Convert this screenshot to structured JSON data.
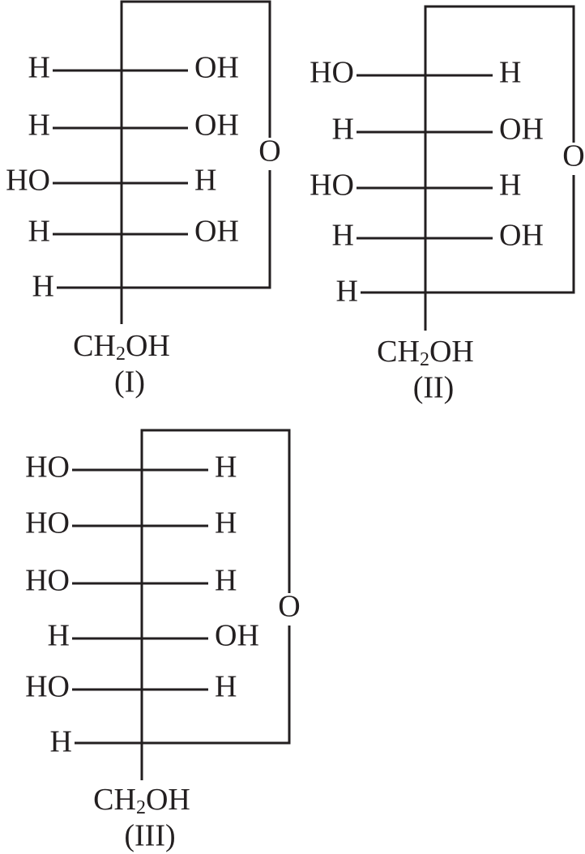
{
  "structures": [
    {
      "caption": "(I)",
      "rows": [
        {
          "left": "H",
          "right": "OH"
        },
        {
          "left": "H",
          "right": "OH"
        },
        {
          "left": "HO",
          "right": "H"
        },
        {
          "left": "H",
          "right": "OH"
        }
      ],
      "bottom_left": "H",
      "ring_oxygen": "O",
      "tail_main": "CH",
      "tail_sub": "2",
      "tail_end": "OH"
    },
    {
      "caption": "(II)",
      "rows": [
        {
          "left": "HO",
          "right": "H"
        },
        {
          "left": "H",
          "right": "OH"
        },
        {
          "left": "HO",
          "right": "H"
        },
        {
          "left": "H",
          "right": "OH"
        }
      ],
      "bottom_left": "H",
      "ring_oxygen": "O",
      "tail_main": "CH",
      "tail_sub": "2",
      "tail_end": "OH"
    },
    {
      "caption": "(III)",
      "rows": [
        {
          "left": "HO",
          "right": "H"
        },
        {
          "left": "HO",
          "right": "H"
        },
        {
          "left": "HO",
          "right": "H"
        },
        {
          "left": "H",
          "right": "OH"
        },
        {
          "left": "HO",
          "right": "H"
        }
      ],
      "bottom_left": "H",
      "ring_oxygen": "O",
      "tail_main": "CH",
      "tail_sub": "2",
      "tail_end": "OH"
    }
  ]
}
